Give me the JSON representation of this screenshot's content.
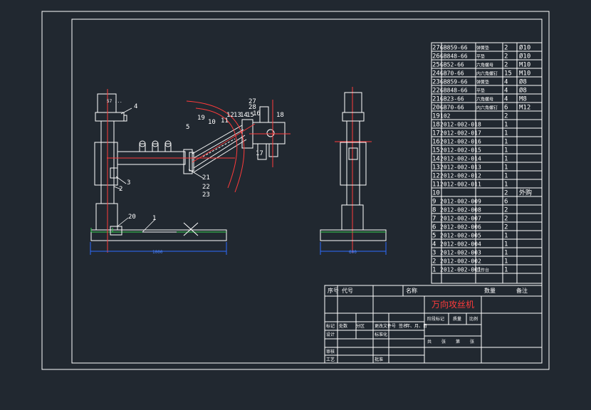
{
  "title_block": {
    "drawing_title": "万向攻丝机",
    "col_headers": [
      "序号",
      "代号",
      "名称",
      "数量",
      "备注"
    ],
    "sign_labels": [
      "标记",
      "处数",
      "分区",
      "更改文件号",
      "签名",
      "年、月、日"
    ],
    "role_labels": [
      "设计",
      "标准化",
      "审核",
      "工艺",
      "批准"
    ],
    "stage_labels": [
      "阶段标记",
      "质量",
      "比例"
    ],
    "sheet_labels": [
      "共",
      "张",
      "第",
      "张"
    ]
  },
  "bom_rows": [
    {
      "no": "27",
      "code": "GB859-66",
      "name": "弹簧垫",
      "qty": "2",
      "note": "Ø10"
    },
    {
      "no": "26",
      "code": "GB848-66",
      "name": "平垫",
      "qty": "2",
      "note": "Ø10"
    },
    {
      "no": "25",
      "code": "GB52-66",
      "name": "六角螺母",
      "qty": "2",
      "note": "M10"
    },
    {
      "no": "24",
      "code": "GB70-66",
      "name": "内六角螺钉",
      "qty": "15",
      "note": "M10"
    },
    {
      "no": "23",
      "code": "GB859-66",
      "name": "弹簧垫",
      "qty": "4",
      "note": "Ø8"
    },
    {
      "no": "22",
      "code": "GB848-66",
      "name": "平垫",
      "qty": "4",
      "note": "Ø8"
    },
    {
      "no": "21",
      "code": "GB23-66",
      "name": "六角螺母",
      "qty": "4",
      "note": "M8"
    },
    {
      "no": "20",
      "code": "GB70-66",
      "name": "内六角螺钉",
      "qty": "6",
      "note": "M12"
    },
    {
      "no": "19",
      "code": "102",
      "name": "",
      "qty": "2",
      "note": ""
    },
    {
      "no": "18",
      "code": "2012-002-018",
      "name": "",
      "qty": "1",
      "note": ""
    },
    {
      "no": "17",
      "code": "2012-002-017",
      "name": "",
      "qty": "1",
      "note": ""
    },
    {
      "no": "16",
      "code": "2012-002-016",
      "name": "",
      "qty": "1",
      "note": ""
    },
    {
      "no": "15",
      "code": "2012-002-015",
      "name": "",
      "qty": "1",
      "note": ""
    },
    {
      "no": "14",
      "code": "2012-002-014",
      "name": "",
      "qty": "1",
      "note": ""
    },
    {
      "no": "13",
      "code": "2012-002-013",
      "name": "",
      "qty": "1",
      "note": ""
    },
    {
      "no": "12",
      "code": "2012-002-012",
      "name": "",
      "qty": "1",
      "note": ""
    },
    {
      "no": "11",
      "code": "2012-002-011",
      "name": "",
      "qty": "1",
      "note": ""
    },
    {
      "no": "10",
      "code": "",
      "name": "",
      "qty": "2",
      "note": "外购"
    },
    {
      "no": "9",
      "code": "2012-002-009",
      "name": "",
      "qty": "6",
      "note": ""
    },
    {
      "no": "8",
      "code": "2012-002-008",
      "name": "",
      "qty": "2",
      "note": ""
    },
    {
      "no": "7",
      "code": "2012-002-007",
      "name": "",
      "qty": "2",
      "note": ""
    },
    {
      "no": "6",
      "code": "2012-002-006",
      "name": "",
      "qty": "2",
      "note": ""
    },
    {
      "no": "5",
      "code": "2012-002-005",
      "name": "",
      "qty": "1",
      "note": ""
    },
    {
      "no": "4",
      "code": "2012-002-004",
      "name": "",
      "qty": "1",
      "note": ""
    },
    {
      "no": "3",
      "code": "2012-002-003",
      "name": "",
      "qty": "1",
      "note": ""
    },
    {
      "no": "2",
      "code": "2012-002-002",
      "name": "",
      "qty": "1",
      "note": ""
    },
    {
      "no": "1",
      "code": "2012-002-001",
      "name": "工作台",
      "qty": "1",
      "note": ""
    }
  ],
  "dimensions": {
    "front_width": "1000",
    "side_width": "600"
  },
  "balloons": [
    "1",
    "2",
    "3",
    "4",
    "5",
    "10",
    "11",
    "12",
    "13",
    "14",
    "15",
    "16",
    "17",
    "18",
    "19",
    "20",
    "21",
    "22",
    "23",
    "27",
    "28"
  ],
  "motor_label": "57 ..."
}
